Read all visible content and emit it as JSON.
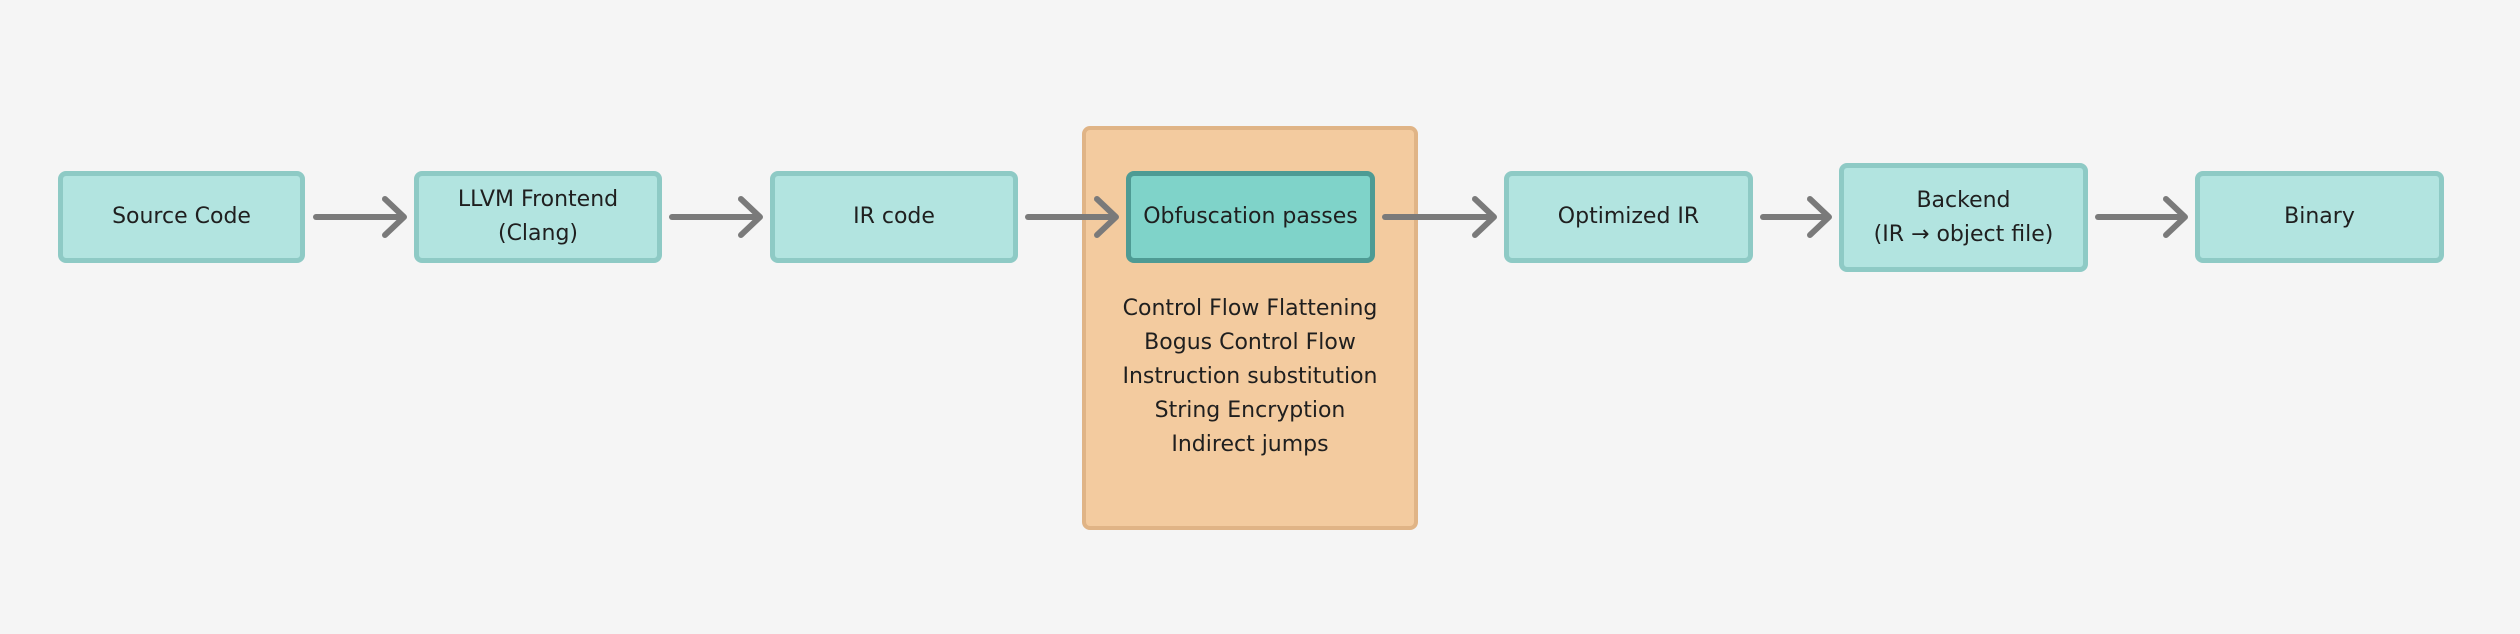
{
  "diagram": {
    "nodes": [
      {
        "id": "source",
        "lines": [
          "Source Code"
        ]
      },
      {
        "id": "frontend",
        "lines": [
          "LLVM Frontend",
          "(Clang)"
        ]
      },
      {
        "id": "ir",
        "lines": [
          "IR code"
        ]
      },
      {
        "id": "obfuscation",
        "lines": [
          "Obfuscation passes"
        ]
      },
      {
        "id": "optimized",
        "lines": [
          "Optimized IR"
        ]
      },
      {
        "id": "backend",
        "lines": [
          "Backend",
          "(IR → object file)"
        ]
      },
      {
        "id": "binary",
        "lines": [
          "Binary"
        ]
      }
    ],
    "passes": [
      "Control Flow Flattening",
      "Bogus Control Flow",
      "Instruction substitution",
      "String Encryption",
      "Indirect jumps"
    ],
    "colors": {
      "background": "#f5f5f5",
      "node_fill": "#b2e4e0",
      "node_border": "#8ecac5",
      "highlight_fill": "#7fd3c9",
      "highlight_border": "#4e9b94",
      "group_fill": "#f3cb9f",
      "group_border": "#e0b486",
      "arrow": "#7a7a7a"
    }
  }
}
